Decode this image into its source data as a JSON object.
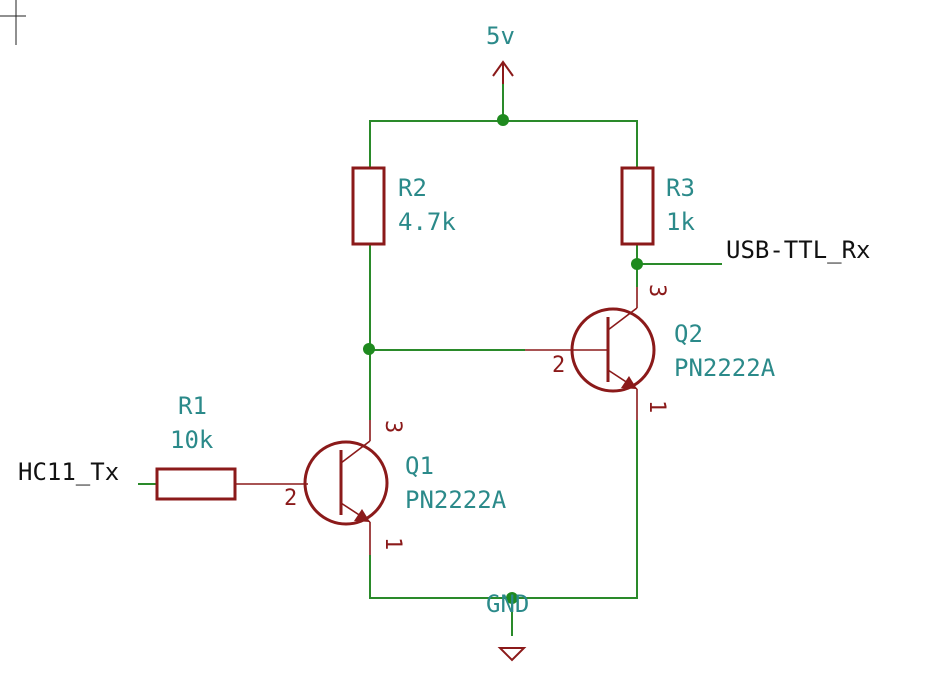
{
  "power": {
    "vcc_label": "5v",
    "gnd_label": "GND"
  },
  "resistors": [
    {
      "ref": "R1",
      "value": "10k"
    },
    {
      "ref": "R2",
      "value": "4.7k"
    },
    {
      "ref": "R3",
      "value": "1k"
    }
  ],
  "transistors": [
    {
      "ref": "Q1",
      "value": "PN2222A",
      "pins": {
        "collector": "3",
        "base": "2",
        "emitter": "1"
      }
    },
    {
      "ref": "Q2",
      "value": "PN2222A",
      "pins": {
        "collector": "3",
        "base": "2",
        "emitter": "1"
      }
    }
  ],
  "nets": {
    "input": "HC11_Tx",
    "output": "USB-TTL_Rx"
  },
  "colors": {
    "wire": "#2a8a2a",
    "component": "#8b1a1a",
    "label": "#2b8a8a",
    "net_label": "#111111"
  }
}
